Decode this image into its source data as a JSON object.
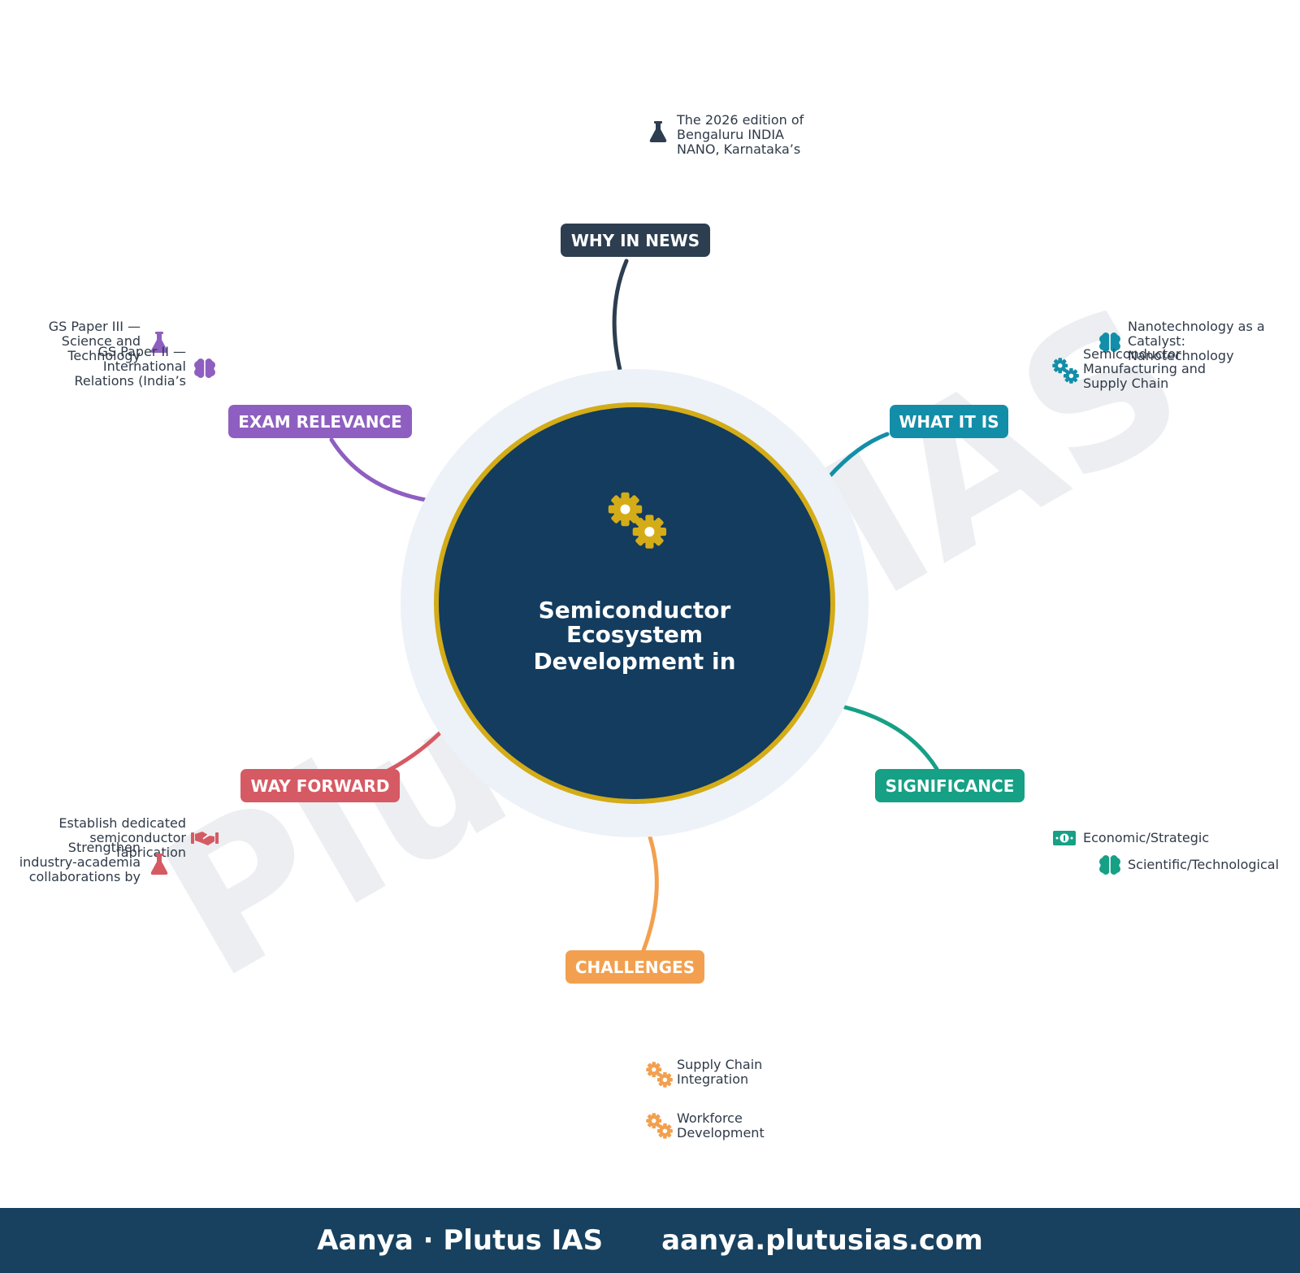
{
  "center": {
    "title_lines": [
      "Semiconductor",
      "Ecosystem",
      "Development in"
    ],
    "icon": "gears-icon"
  },
  "watermark": "Plutus IAS",
  "branches": {
    "why_in_news": {
      "label": "WHY IN NEWS",
      "color": "#2c3e50",
      "items": [
        {
          "icon": "flask-icon",
          "lines": [
            "The 2026 edition of",
            "Bengaluru INDIA",
            "NANO, Karnataka’s"
          ]
        }
      ]
    },
    "what_it_is": {
      "label": "WHAT IT IS",
      "color": "#138ea8",
      "items": [
        {
          "icon": "brain-icon",
          "lines": [
            "Nanotechnology as a",
            "Catalyst:",
            "Nanotechnology"
          ]
        },
        {
          "icon": "gears-icon",
          "lines": [
            "Semiconductor",
            "Manufacturing and",
            "Supply Chain"
          ]
        }
      ]
    },
    "significance": {
      "label": "SIGNIFICANCE",
      "color": "#16a085",
      "items": [
        {
          "icon": "money-icon",
          "lines": [
            "Economic/Strategic"
          ]
        },
        {
          "icon": "brain-icon",
          "lines": [
            "Scientific/Technological"
          ]
        }
      ]
    },
    "challenges": {
      "label": "CHALLENGES",
      "color": "#f2a04f",
      "items": [
        {
          "icon": "gears-icon",
          "lines": [
            "Supply Chain",
            "Integration"
          ]
        },
        {
          "icon": "gears-icon",
          "lines": [
            "Workforce",
            "Development"
          ]
        }
      ]
    },
    "way_forward": {
      "label": "WAY FORWARD",
      "color": "#d65a63",
      "items": [
        {
          "icon": "handshake-icon",
          "lines": [
            "Establish dedicated",
            "semiconductor",
            "fabrication"
          ]
        },
        {
          "icon": "flask-icon",
          "lines": [
            "Strengthen",
            "industry-academia",
            "collaborations by"
          ]
        }
      ]
    },
    "exam_relevance": {
      "label": "EXAM RELEVANCE",
      "color": "#8e5fc0",
      "items": [
        {
          "icon": "flask-icon",
          "lines": [
            "GS Paper III —",
            "Science and",
            "Technology"
          ]
        },
        {
          "icon": "brain-icon",
          "lines": [
            "GS Paper II —",
            "International",
            "Relations (India’s"
          ]
        }
      ]
    }
  },
  "footer": {
    "brand": "Aanya · Plutus IAS",
    "url": "aanya.plutusias.com"
  }
}
